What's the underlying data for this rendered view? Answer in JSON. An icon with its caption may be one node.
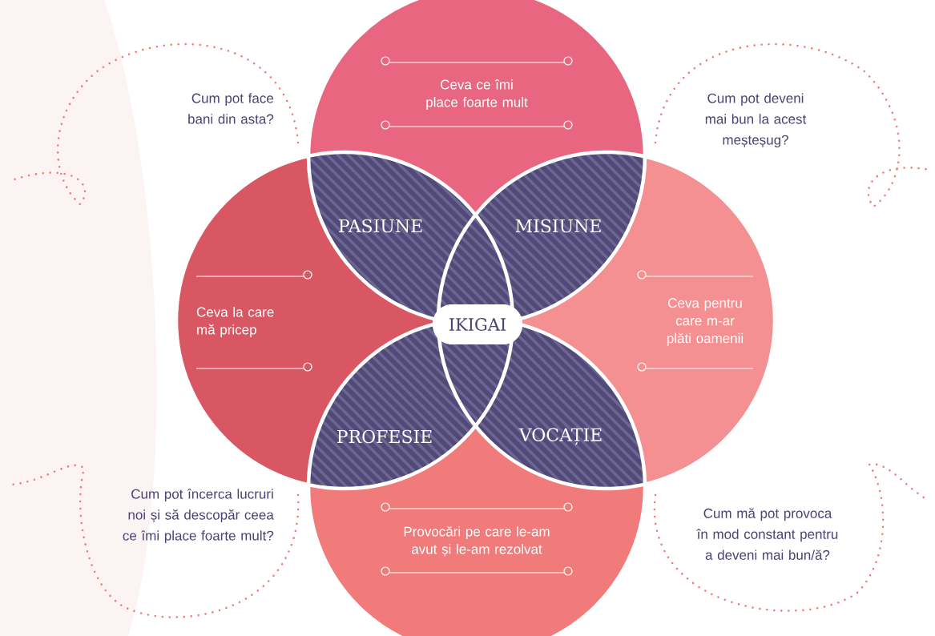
{
  "diagram": {
    "nodes": [
      {
        "text": [
          "Ceva ce îmi place foarte mult"
        ]
      },
      {
        "text": [
          "Ceva la care mă pricep"
        ]
      },
      {
        "text": [
          "Ceva pentru care m-ar plăti oamenii"
        ]
      },
      {
        "text": [
          "Provocări pe care le-am avut și le-am rezolvat"
        ]
      },
      {
        "text": [
          "PASIUNE"
        ]
      },
      {
        "text": [
          "MISIUNE"
        ]
      },
      {
        "text": [
          "PROFESIE"
        ]
      },
      {
        "text": [
          "VOCAȚIE"
        ]
      },
      {
        "text": [
          "IKIGAI"
        ]
      }
    ],
    "labels": [
      "Cum pot face bani din asta?",
      "Cum pot deveni mai bun la acest meșteșug?",
      "Cum pot încerca lucruri noi și să descopăr ceea ce îmi place foarte mult?",
      "Cum mă pot provoca în mod constant pentru a deveni mai bun/ă?"
    ]
  }
}
